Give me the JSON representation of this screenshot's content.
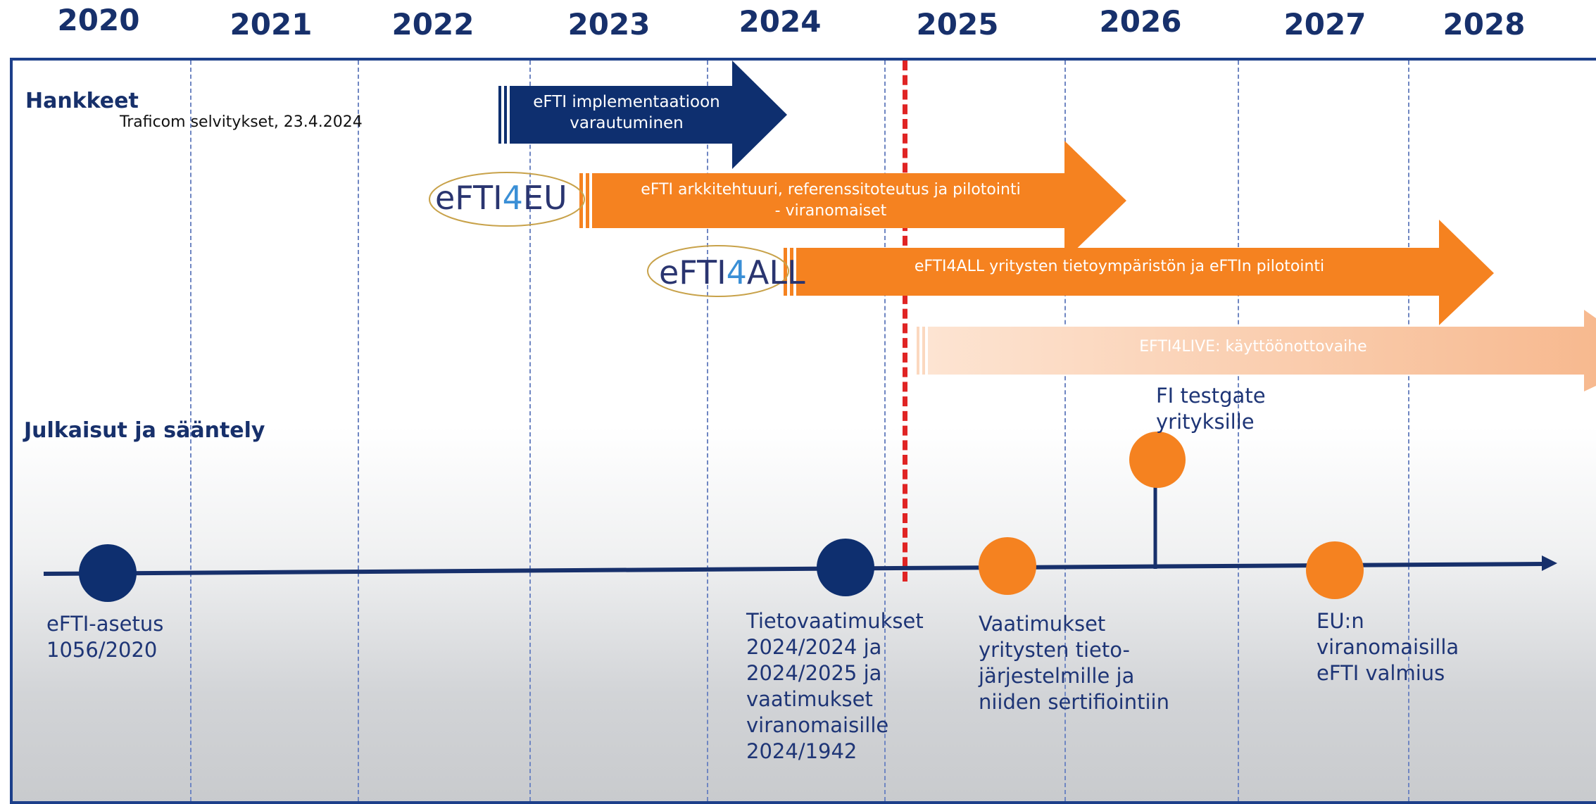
{
  "years": [
    "2020",
    "2021",
    "2022",
    "2023",
    "2024",
    "2025",
    "2026",
    "2027",
    "2028"
  ],
  "sections": {
    "projects": "Hankkeet",
    "publications": "Julkaisut ja sääntely"
  },
  "note": "Traficom selvitykset, 23.4.2024",
  "projects": [
    {
      "label_lines": [
        "eFTI implementaatioon",
        "varautuminen"
      ],
      "color": "#0e2f6f"
    },
    {
      "label_lines": [
        "eFTI arkkitehtuuri, referenssitoteutus ja pilotointi",
        "- viranomaiset"
      ],
      "color": "#f58220",
      "logo": "eFTI4EU"
    },
    {
      "label_lines": [
        "eFTI4ALL yritysten tietoympäristön ja eFTIn pilotointi"
      ],
      "color": "#f58220",
      "logo": "eFTI4ALL"
    },
    {
      "label_lines": [
        "EFTI4LIVE: käyttöönottovaihe"
      ],
      "color": "#f9c9a4"
    }
  ],
  "logos": {
    "efti4eu": {
      "pre": "eFT",
      "mid": "I",
      "four": "4",
      "post": "EU"
    },
    "efti4all": {
      "pre": "eFT",
      "mid": "I",
      "four": "4",
      "post": "ALL"
    }
  },
  "milestones": [
    {
      "text": "eFTI-asetus\n1056/2020",
      "color": "#0e2f6f"
    },
    {
      "text": "Tietovaatimukset\n2024/2024 ja\n2024/2025 ja\nvaatimukset\nviranomaisille\n2024/1942",
      "color": "#0e2f6f"
    },
    {
      "text": "Vaatimukset\nyritysten tieto-\njärjestelmille ja\nniiden sertifiointiin",
      "color": "#f58220"
    },
    {
      "text": "FI testgate\nyrityksille",
      "color": "#f58220"
    },
    {
      "text": "EU:n\nviranomaisilla\neFTI valmius",
      "color": "#f58220"
    }
  ],
  "colors": {
    "navy": "#0e2f6f",
    "orange": "#f58220",
    "light_orange": "#f9c9a4",
    "today_line": "#e02424",
    "frame": "#1c3f8a"
  }
}
